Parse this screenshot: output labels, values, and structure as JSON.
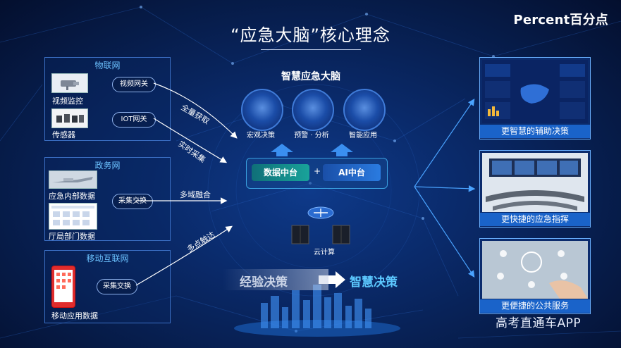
{
  "header": {
    "title": "“应急大脑”核心理念",
    "logo_text": "Percent百分点"
  },
  "left": {
    "iot": {
      "title": "物联网",
      "items": [
        {
          "caption": "视频监控",
          "gateway": "视频网关"
        },
        {
          "caption": "传感器",
          "gateway": "IOT网关"
        }
      ]
    },
    "gov": {
      "title": "政务网",
      "items": [
        {
          "caption": "应急内部数据"
        },
        {
          "caption": "厅局部门数据"
        }
      ],
      "exchange": "采集交换"
    },
    "mobile": {
      "title": "移动互联网",
      "caption": "移动应用数据",
      "exchange": "采集交换"
    }
  },
  "flows": {
    "full_capture": "全量获取",
    "realtime": "实时采集",
    "multi_fusion": "多域融合",
    "multi_reach": "多点触达"
  },
  "center": {
    "brain_title": "智慧应急大脑",
    "modules": [
      {
        "label": "宏观决策"
      },
      {
        "label": "预警 · 分析"
      },
      {
        "label": "智能应用"
      }
    ],
    "data_platform": "数据中台",
    "plus": "+",
    "ai_platform": "AI中台",
    "cloud": "云计算",
    "experience": "经验决策",
    "smart": "智慧决策"
  },
  "right": {
    "cards": [
      {
        "caption": "更智慧的辅助决策"
      },
      {
        "caption": "更快捷的应急指挥"
      },
      {
        "caption": "更便捷的公共服务"
      }
    ]
  },
  "watermark": "高考直通车APP",
  "colors": {
    "background": "#061a45",
    "accent_cyan": "#5cc8ff",
    "panel_border": "#3b6fc4",
    "caption_bar": "#1a63c9",
    "pill_teal": "#138e8a",
    "pill_blue": "#1e62c4"
  }
}
